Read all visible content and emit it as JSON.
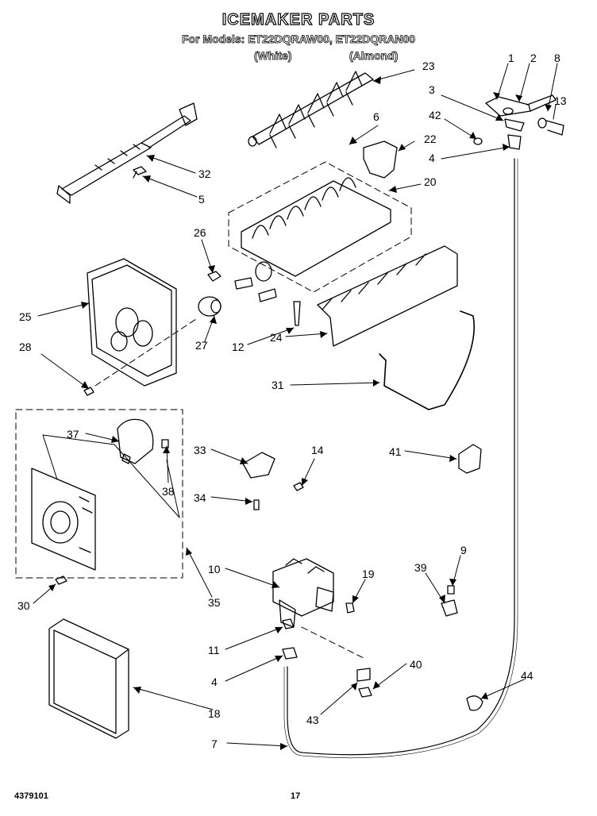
{
  "header": {
    "title": "ICEMAKER PARTS",
    "subtitle": "For Models: ET22DQRAW00, ET22DQRAN00",
    "variant_white": "(White)",
    "variant_almond": "(Almond)"
  },
  "callouts": [
    {
      "id": "c1",
      "label": "1"
    },
    {
      "id": "c2",
      "label": "2"
    },
    {
      "id": "c8",
      "label": "8"
    },
    {
      "id": "c23",
      "label": "23"
    },
    {
      "id": "c3",
      "label": "3"
    },
    {
      "id": "c13",
      "label": "13"
    },
    {
      "id": "c42",
      "label": "42"
    },
    {
      "id": "c6",
      "label": "6"
    },
    {
      "id": "c22",
      "label": "22"
    },
    {
      "id": "c4a",
      "label": "4"
    },
    {
      "id": "c32",
      "label": "32"
    },
    {
      "id": "c20",
      "label": "20"
    },
    {
      "id": "c5",
      "label": "5"
    },
    {
      "id": "c26",
      "label": "26"
    },
    {
      "id": "c25",
      "label": "25"
    },
    {
      "id": "c12",
      "label": "12"
    },
    {
      "id": "c24",
      "label": "24"
    },
    {
      "id": "c28",
      "label": "28"
    },
    {
      "id": "c27",
      "label": "27"
    },
    {
      "id": "c31",
      "label": "31"
    },
    {
      "id": "c37",
      "label": "37"
    },
    {
      "id": "c38",
      "label": "38"
    },
    {
      "id": "c33",
      "label": "33"
    },
    {
      "id": "c14",
      "label": "14"
    },
    {
      "id": "c41",
      "label": "41"
    },
    {
      "id": "c34",
      "label": "34"
    },
    {
      "id": "c9",
      "label": "9"
    },
    {
      "id": "c10",
      "label": "10"
    },
    {
      "id": "c19",
      "label": "19"
    },
    {
      "id": "c39",
      "label": "39"
    },
    {
      "id": "c30",
      "label": "30"
    },
    {
      "id": "c35",
      "label": "35"
    },
    {
      "id": "c11",
      "label": "11"
    },
    {
      "id": "c40",
      "label": "40"
    },
    {
      "id": "c44",
      "label": "44"
    },
    {
      "id": "c4b",
      "label": "4"
    },
    {
      "id": "c18",
      "label": "18"
    },
    {
      "id": "c43",
      "label": "43"
    },
    {
      "id": "c7",
      "label": "7"
    }
  ],
  "footer": {
    "doc_number": "4379101",
    "page_number": "17"
  }
}
